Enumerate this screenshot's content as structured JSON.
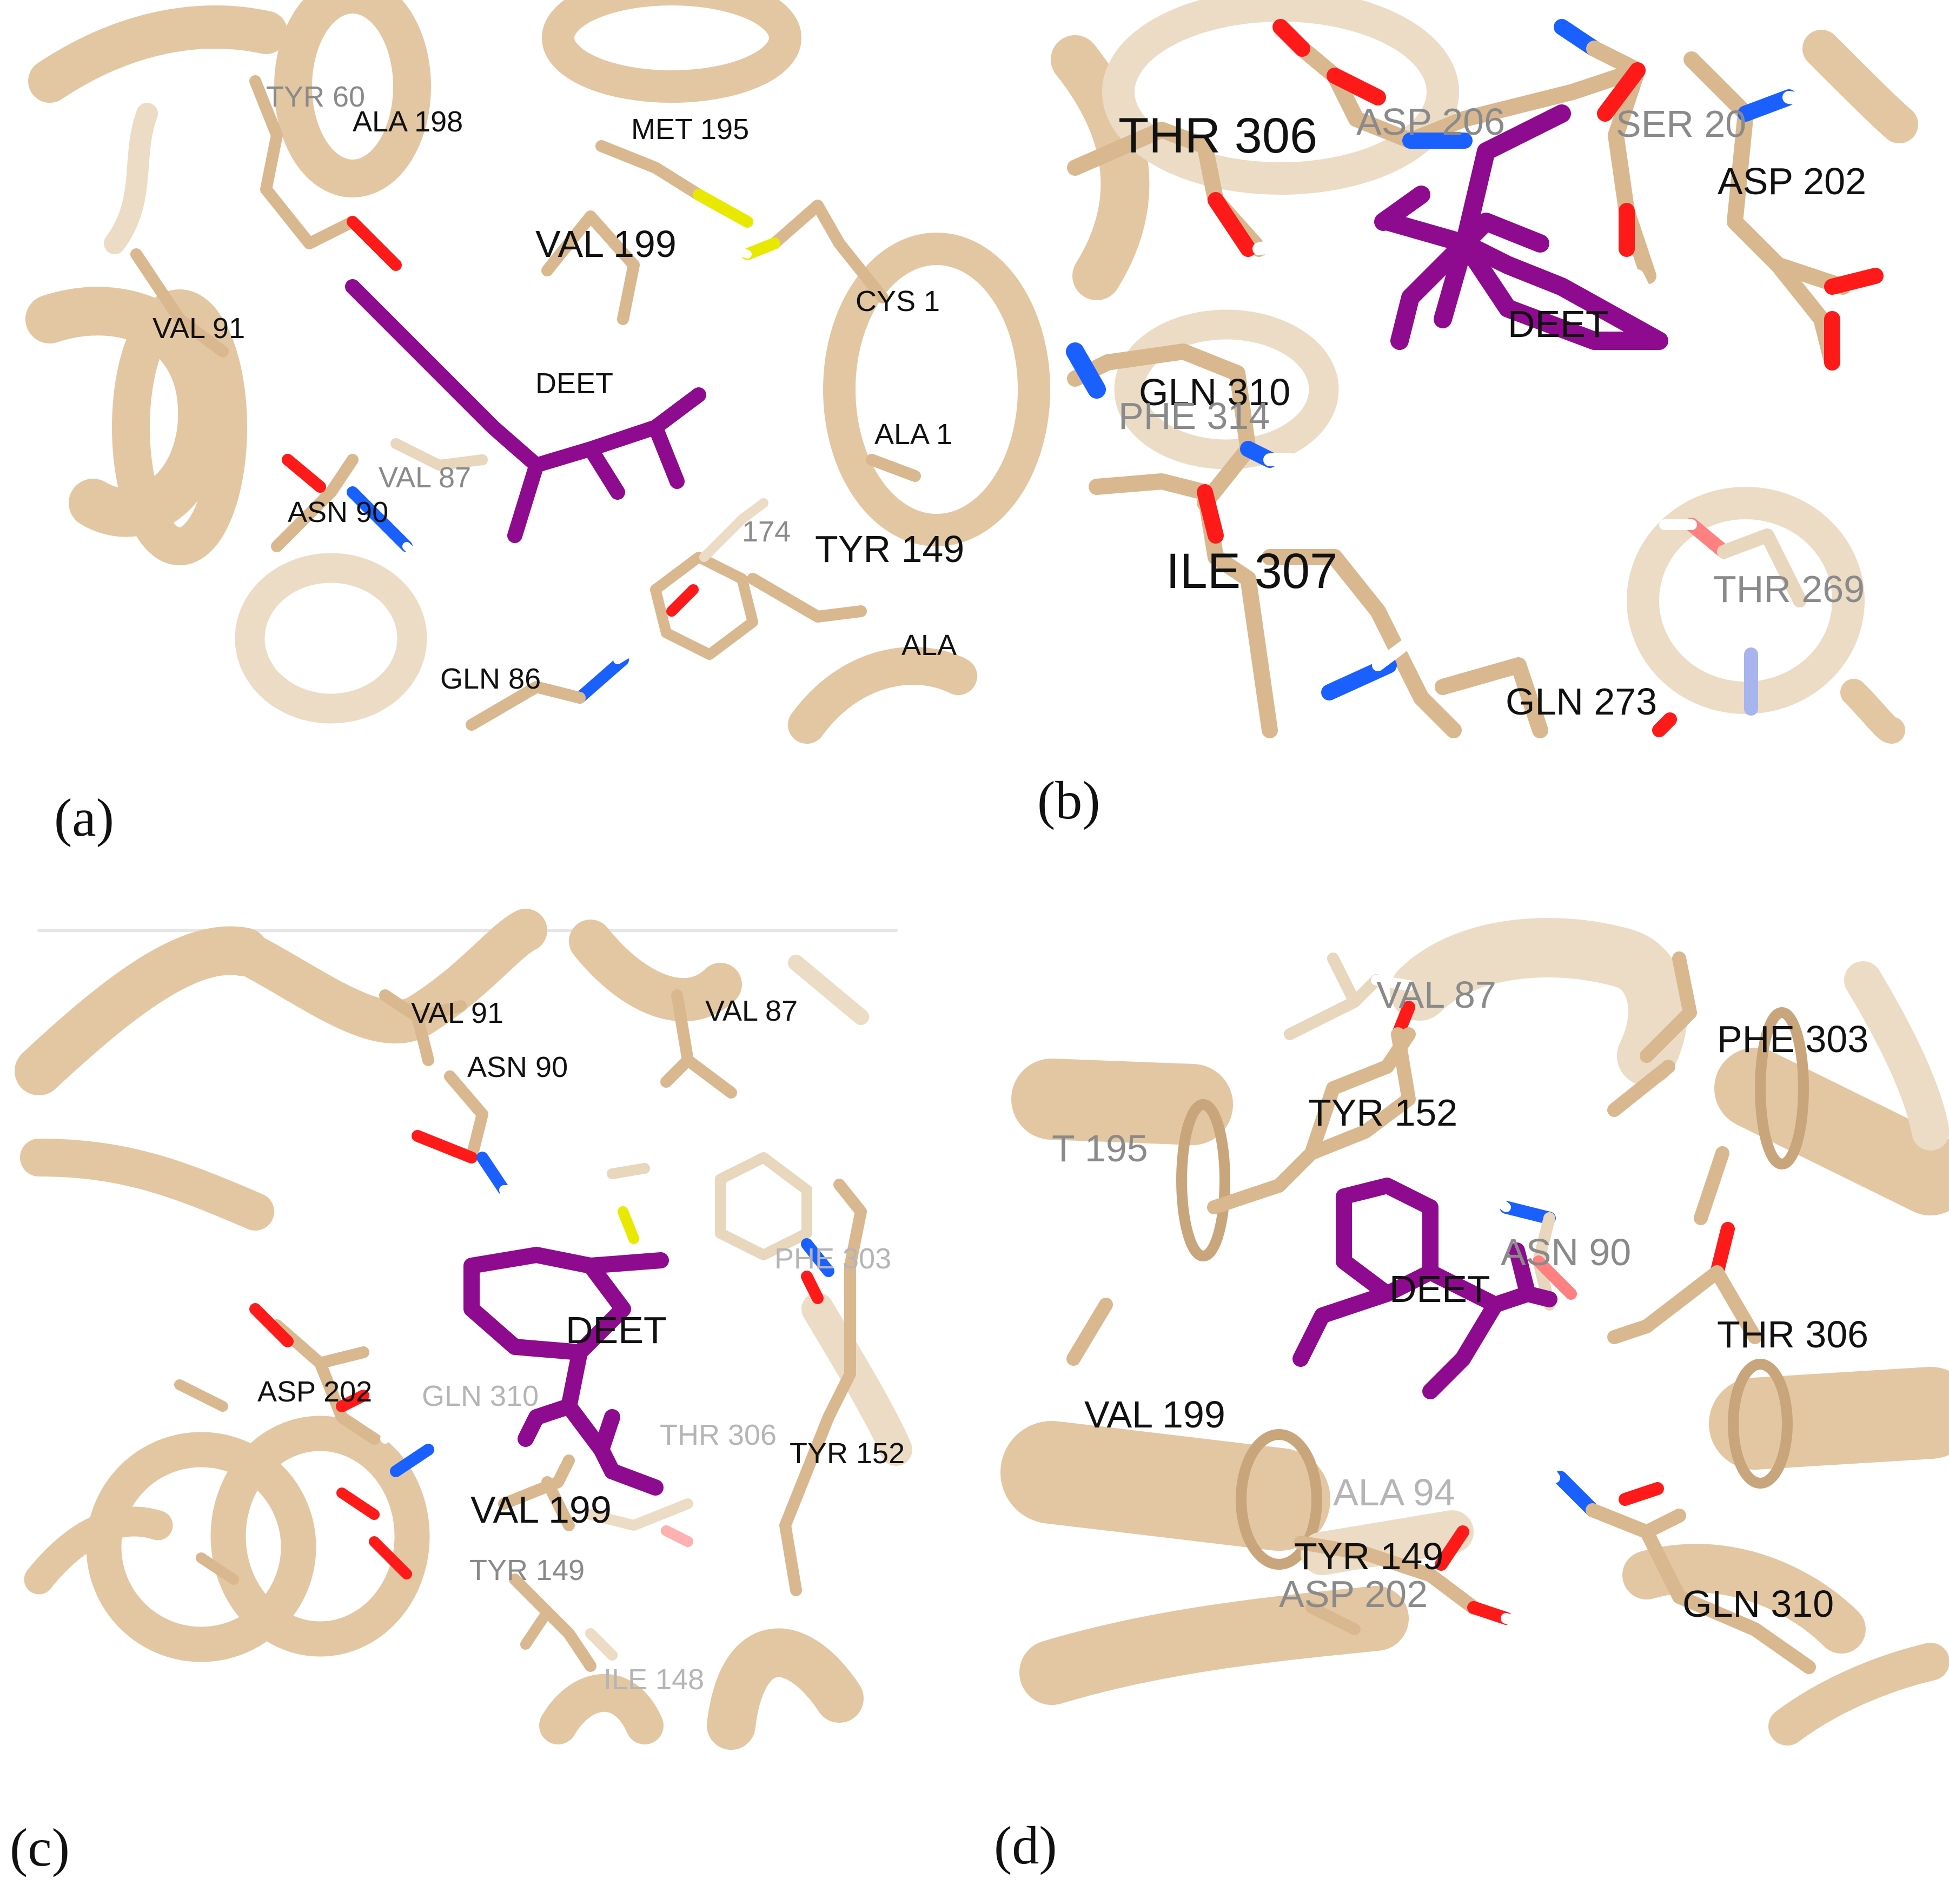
{
  "colors": {
    "ribbon": "#e3c7a2",
    "ribbon_dark": "#c9a57c",
    "stick": "#d9b88f",
    "ligand": "#8e0a8e",
    "oxygen": "#ff1a1a",
    "nitrogen": "#1a5fff",
    "sulfur": "#e8e800",
    "hydrogen": "#ffffff"
  },
  "panels": [
    {
      "label": "(a)",
      "residues": [
        "TYR 60",
        "ALA 198",
        "MET 195",
        "VAL 199",
        "CYS 1",
        "VAL 91",
        "DEET",
        "ALA 1",
        "VAL 87",
        "ASN 90",
        "174",
        "TYR 149",
        "ALA",
        "GLN 86"
      ]
    },
    {
      "label": "(b)",
      "residues": [
        "THR 306",
        "ASP 206",
        "SER 20",
        "ASP 202",
        "DEET",
        "GLN 310",
        "PHE 314",
        "ILE 307",
        "THR 269",
        "GLN 273"
      ]
    },
    {
      "label": "(c)",
      "residues": [
        "VAL 91",
        "VAL 87",
        "ASN 90",
        "PHE 303",
        "DEET",
        "ASP 202",
        "GLN 310",
        "THR 306",
        "TYR 152",
        "VAL 199",
        "TYR 149",
        "ILE 148"
      ]
    },
    {
      "label": "(d)",
      "residues": [
        "VAL 87",
        "PHE 303",
        "TYR 152",
        "T 195",
        "ASN 90",
        "DEET",
        "THR 306",
        "VAL 199",
        "ALA 94",
        "TYR 149",
        "ASP 202",
        "GLN 310"
      ]
    }
  ]
}
